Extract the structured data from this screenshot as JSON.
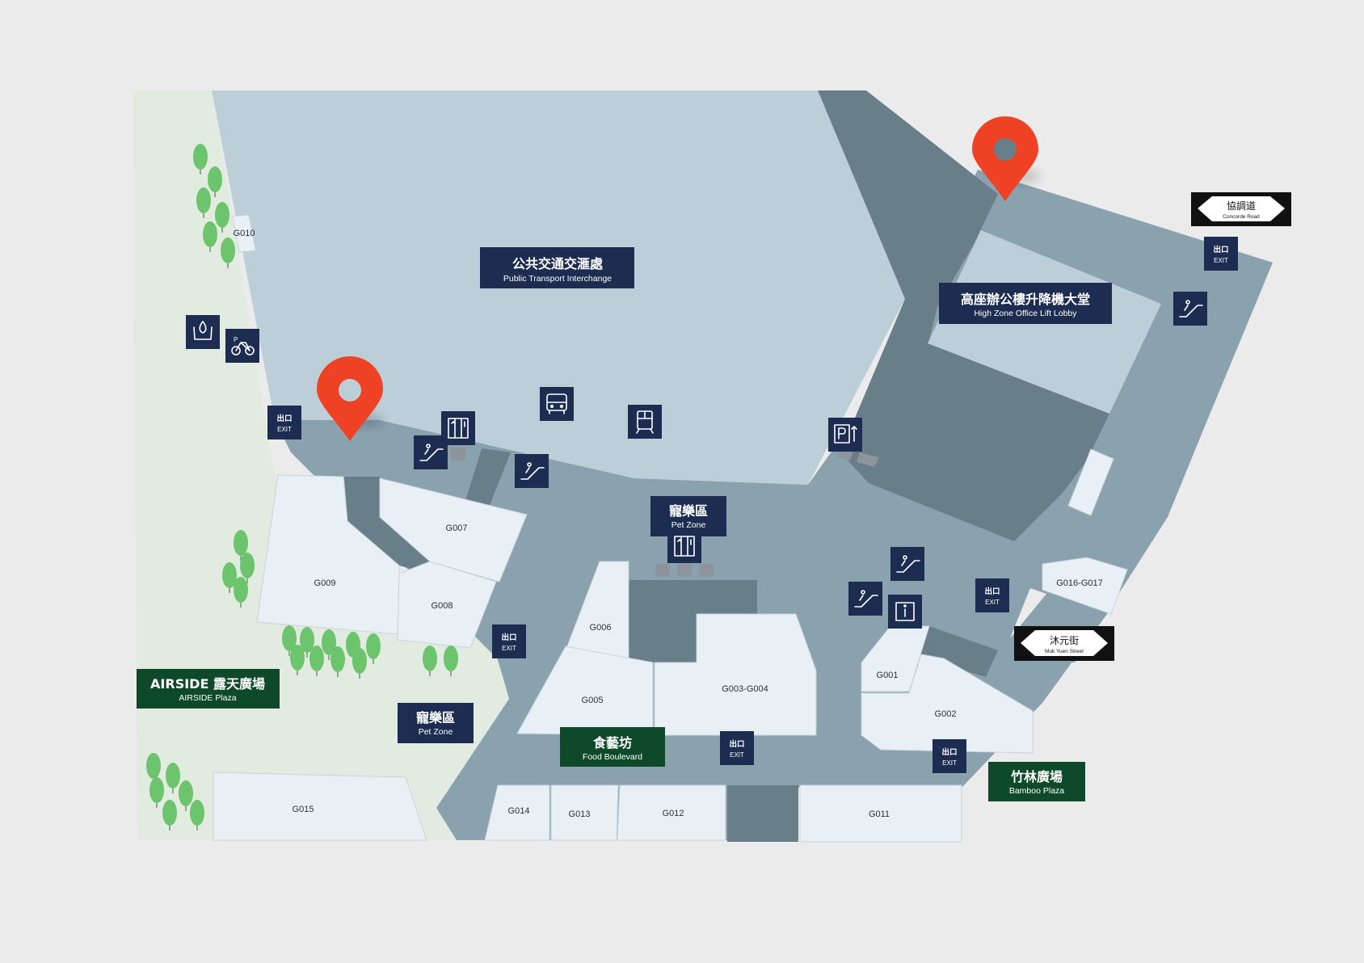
{
  "zones": {
    "transport": {
      "zh": "公共交通交滙處",
      "en": "Public Transport Interchange"
    },
    "office_lobby": {
      "zh": "高座辦公樓升降機大堂",
      "en": "High Zone Office Lift Lobby"
    },
    "pet_zone_inner": {
      "zh": "寵樂區",
      "en": "Pet Zone"
    },
    "pet_zone_outer": {
      "zh": "寵樂區",
      "en": "Pet Zone"
    },
    "airside_plaza": {
      "zh": "AIRSIDE 露天廣場",
      "en": "AIRSIDE Plaza"
    },
    "food_boulevard": {
      "zh": "食藝坊",
      "en": "Food Boulevard"
    },
    "bamboo_plaza": {
      "zh": "竹林廣場",
      "en": "Bamboo Plaza"
    }
  },
  "streets": {
    "concorde": {
      "zh": "協調道",
      "en": "Concorde Road"
    },
    "muk_yuen": {
      "zh": "沐元街",
      "en": "Muk Yuen Street"
    }
  },
  "exit": {
    "zh": "出口",
    "en": "EXIT"
  },
  "shops": {
    "g010": "G010",
    "g009": "G009",
    "g007": "G007",
    "g008": "G008",
    "g006": "G006",
    "g005": "G005",
    "g003_g004": "G003-G004",
    "g001": "G001",
    "g002": "G002",
    "g016_g017": "G016-G017",
    "g015": "G015",
    "g014": "G014",
    "g013": "G013",
    "g012": "G012",
    "g011": "G011"
  },
  "colors": {
    "background": "#ebebeb",
    "plaza": "#e2ebe0",
    "interchange": "#bccfd9",
    "corridor": "#8aa1ae",
    "dark_area": "#687e89",
    "shop": "#e8f0f5",
    "navy": "#1d2d52",
    "green_label": "#0e4a2a",
    "tree": "#6cc46d",
    "pin": "#ef4123"
  },
  "icons": [
    "parenting-room-icon",
    "bicycle-parking-icon",
    "bus-icon",
    "light-rail-icon",
    "lift-icon",
    "escalator-icon",
    "parking-icon",
    "information-icon",
    "location-pin-icon"
  ]
}
